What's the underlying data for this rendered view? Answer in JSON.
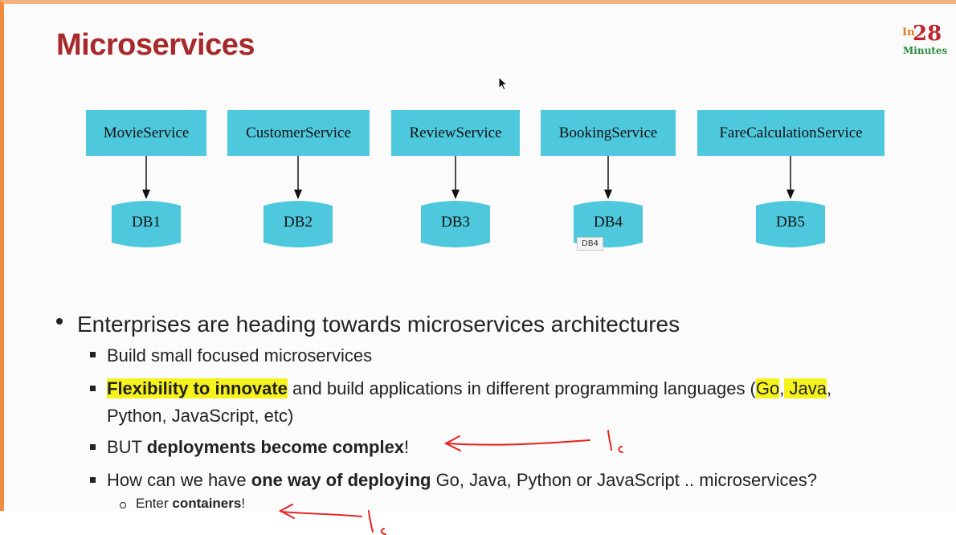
{
  "slide": {
    "title": "Microservices",
    "logo": {
      "prefix": "In",
      "number": "28",
      "suffix": "Minutes"
    }
  },
  "diagram": {
    "services": [
      "MovieService",
      "CustomerService",
      "ReviewService",
      "BookingService",
      "FareCalculationService"
    ],
    "databases": [
      "DB1",
      "DB2",
      "DB3",
      "DB4",
      "DB5"
    ],
    "tooltip": "DB4",
    "colors": {
      "box": "#4ec8dc",
      "arrow": "#111111"
    }
  },
  "bullets": {
    "main": "Enterprises are heading towards microservices architectures",
    "b1": "Build small focused microservices",
    "b2": {
      "bold": "Flexibility to innovate",
      "text1": " and build applications in different programming languages (",
      "go": "Go",
      "comma": ",",
      "java": " Java",
      "end": ",",
      "line2": "Python, JavaScript, etc)"
    },
    "b3": {
      "pre": "BUT ",
      "bold": "deployments become complex",
      "post": "!"
    },
    "b4": {
      "pre": "How can we have ",
      "bold": "one way of deploying",
      "post": " Go, Java, Python or JavaScript .. microservices?"
    },
    "sub": {
      "pre": "Enter ",
      "bold": "containers",
      "post": "!"
    }
  },
  "annotation_color": "#e8201c"
}
